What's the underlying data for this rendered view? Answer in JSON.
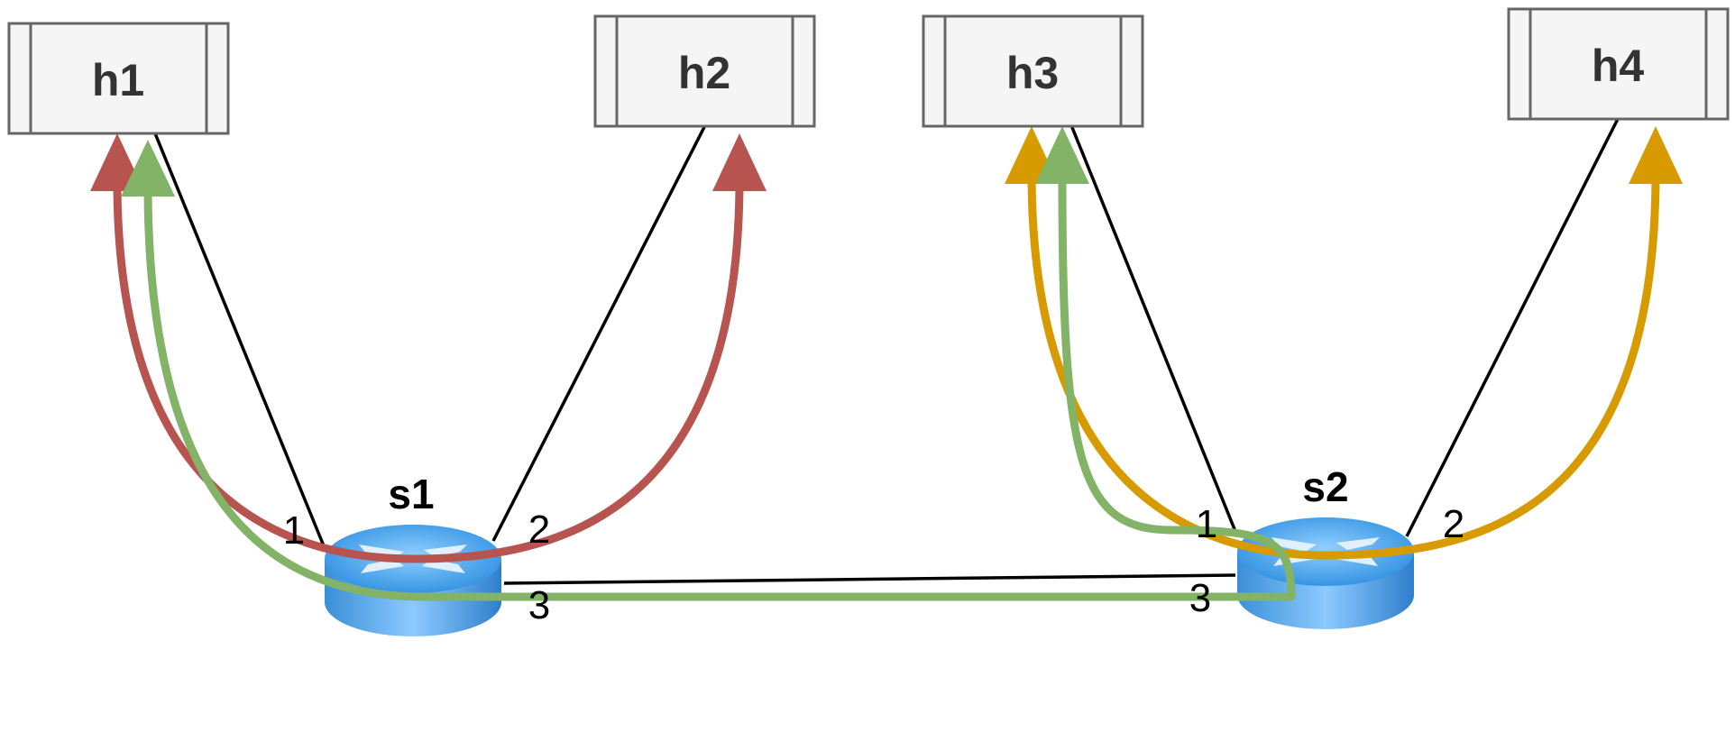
{
  "hosts": [
    {
      "id": "h1",
      "label": "h1"
    },
    {
      "id": "h2",
      "label": "h2"
    },
    {
      "id": "h3",
      "label": "h3"
    },
    {
      "id": "h4",
      "label": "h4"
    }
  ],
  "switches": [
    {
      "id": "s1",
      "label": "s1",
      "ports": [
        "1",
        "2",
        "3"
      ]
    },
    {
      "id": "s2",
      "label": "s2",
      "ports": [
        "1",
        "2",
        "3"
      ]
    }
  ],
  "flows": [
    {
      "id": "red",
      "color": "#b85450"
    },
    {
      "id": "green",
      "color": "#82b366"
    },
    {
      "id": "orange",
      "color": "#d79b00"
    }
  ]
}
